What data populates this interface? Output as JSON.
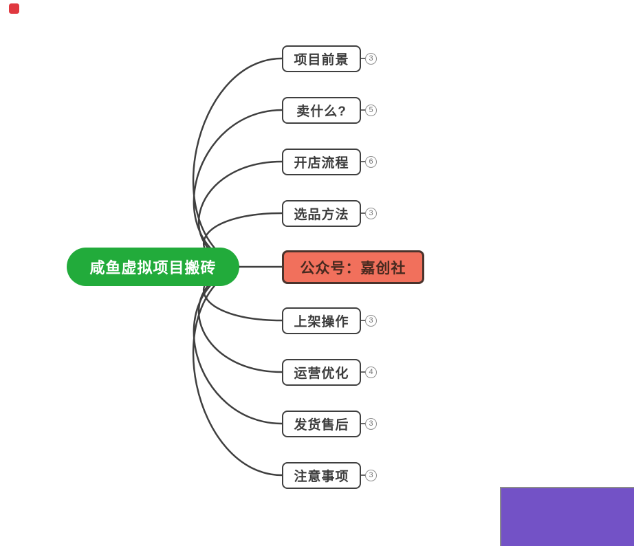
{
  "root": {
    "label": "咸鱼虚拟项目搬砖"
  },
  "children": [
    {
      "label": "项目前景",
      "badge": "3",
      "type": "normal"
    },
    {
      "label": "卖什么?",
      "badge": "5",
      "type": "normal"
    },
    {
      "label": "开店流程",
      "badge": "6",
      "type": "normal"
    },
    {
      "label": "选品方法",
      "badge": "3",
      "type": "normal"
    },
    {
      "label": "公众号：嘉创社",
      "badge": "",
      "type": "highlight"
    },
    {
      "label": "上架操作",
      "badge": "3",
      "type": "normal"
    },
    {
      "label": "运营优化",
      "badge": "4",
      "type": "normal"
    },
    {
      "label": "发货售后",
      "badge": "3",
      "type": "normal"
    },
    {
      "label": "注意事项",
      "badge": "3",
      "type": "normal"
    }
  ],
  "colors": {
    "root_bg": "#22AB3B",
    "root_text": "#FFFFFF",
    "node_border": "#3F3F3F",
    "node_text": "#3C3C3C",
    "connector": "#3F3F3F",
    "tick": "#5A5A5A",
    "highlight_bg": "#F1705C",
    "highlight_border": "#4A332C",
    "highlight_text": "#46291F",
    "badge_border": "#8F8F8F",
    "badge_text": "#757575",
    "corner_mark": "#E0383F",
    "footer_rect": "#7352C6",
    "footer_border": "#8B8B8B"
  }
}
